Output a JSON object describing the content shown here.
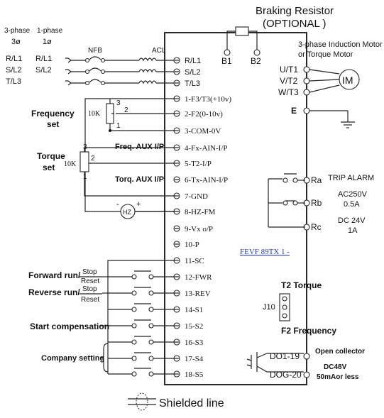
{
  "braking": {
    "title": "Braking Resistor",
    "optional": "(OPTIONAL )",
    "b1": "B1",
    "b2": "B2"
  },
  "supply": {
    "three_phase": "3-phase",
    "one_phase": "1-phase",
    "three_sym": "3ø",
    "one_sym": "1ø",
    "r_left": "R/L1",
    "s_left": "S/L2",
    "t_left": "T/L3",
    "r_mid": "R/L1",
    "s_mid": "S/L2",
    "nfb": "NFB",
    "acl": "ACL"
  },
  "motor": {
    "title_line1": "3-phase Induction Motor",
    "title_line2": "or Torque Motor",
    "symbol": "IM"
  },
  "terminals_left": [
    "R/L1",
    "S/L2",
    "T/L3",
    "1-F3/T3(+10v)",
    "2-F2(0-10v)",
    "3-COM-0V",
    "4-Fx-AIN-I/P",
    "5-T2-I/P",
    "6-Tx-AIN-I/P",
    "7-GND",
    "8-HZ-FM",
    "9-Vx o/P",
    "10-P",
    "11-SC",
    "12-FWR",
    "13-REV",
    "14-S1",
    "15-S2",
    "16-S3",
    "17-S4",
    "18-S5"
  ],
  "terminals_right": [
    "U/T1",
    "V/T2",
    "W/T3",
    "E",
    "Ra",
    "Rb",
    "Rc",
    "DO1-19",
    "DOG-20"
  ],
  "labels": {
    "frequency_set_1": "Frequency",
    "frequency_set_2": "set",
    "torque_set_1": "Torque",
    "torque_set_2": "set",
    "pot_10k_a": "10K",
    "pot_10k_b": "10K",
    "pin3a": "3",
    "pin2a": "2",
    "pin1a": "1",
    "pin3b": "3",
    "pin2b": "2",
    "pin1b": "1",
    "freq_aux": "Freq. AUX I/P",
    "torq_aux": "Torq. AUX I/P",
    "hz_meter": "HZ",
    "hz_minus": "-",
    "hz_plus": "+",
    "forward_run": "Forward run/",
    "reverse_run": "Reverse run/",
    "stop": "Stop",
    "reset": "Reset",
    "start_comp": "Start compensation",
    "company_setting": "Company setting",
    "shielded_line": "Shielded line",
    "model_link": "FEVF 89TX 1 -"
  },
  "relay": {
    "trip_alarm": "TRIP ALARM",
    "ac_rating_1": "AC250V",
    "ac_rating_2": "0.5A",
    "dc_rating_1": "DC  24V",
    "dc_rating_2": "1A"
  },
  "jumper": {
    "torque_label": "T2 Torque",
    "j_label": "J10",
    "freq_label": "F2 Frequency"
  },
  "outputs": {
    "open_collector": "Open collector",
    "dc48v": "DC48V",
    "current": "50mAor less"
  }
}
